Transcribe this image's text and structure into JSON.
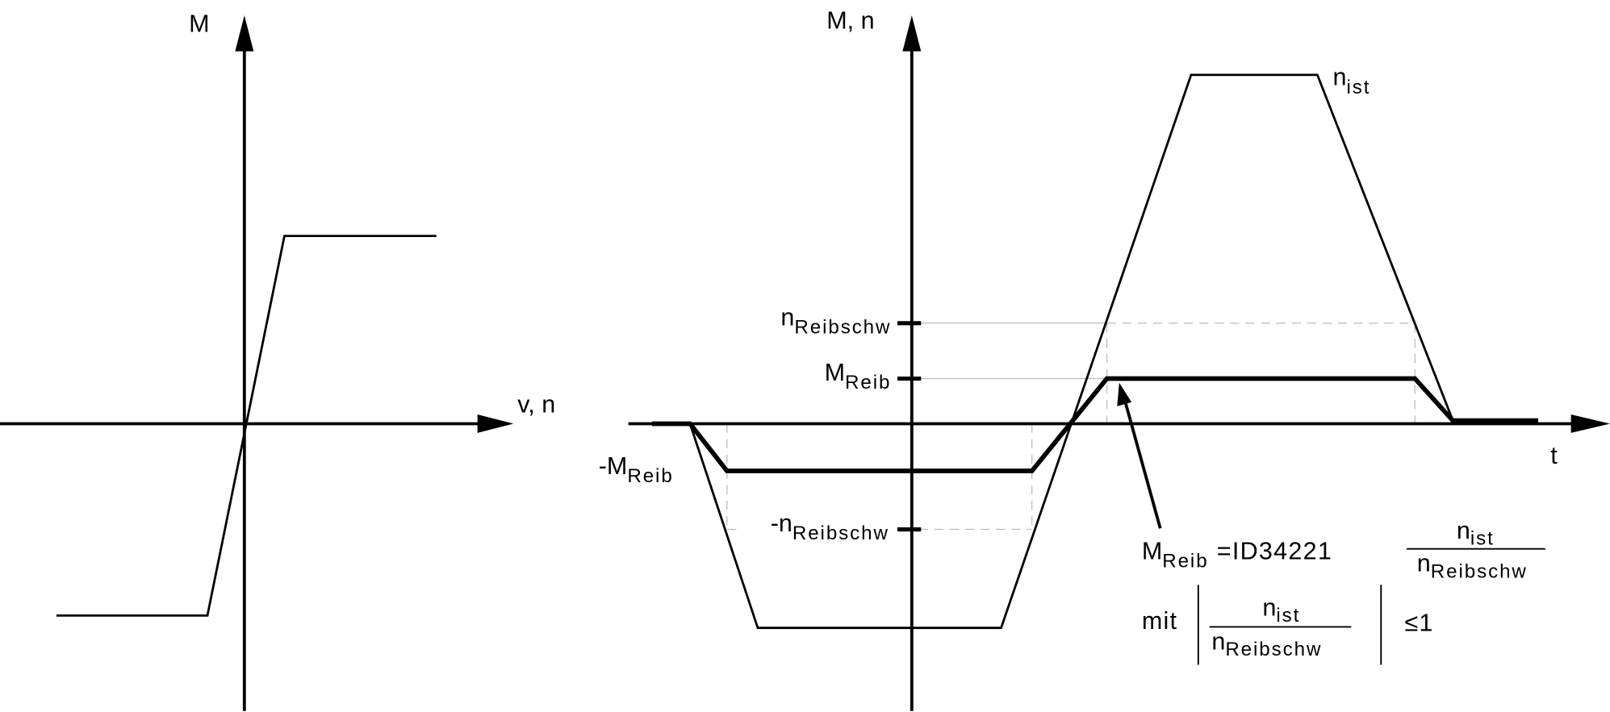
{
  "left_diagram": {
    "y_axis_label": "M",
    "x_axis_label": "v, n"
  },
  "right_diagram": {
    "y_axis_label": "M, n",
    "x_axis_label": "t",
    "n_ist": {
      "base": "n",
      "sub": "ist"
    },
    "n_reibschw": {
      "base": "n",
      "sub": "Reibschw"
    },
    "m_reib": {
      "base": "M",
      "sub": "Reib"
    },
    "neg_m_reib": {
      "base": "-M",
      "sub": "Reib"
    },
    "neg_n_reibschw": {
      "base": "-n",
      "sub": "Reibschw"
    }
  },
  "formula": {
    "lhs_base": "M",
    "lhs_sub": "Reib",
    "equals_param": "=ID34221",
    "num_base": "n",
    "num_sub": "ist",
    "den_base": "n",
    "den_sub": "Reibschw",
    "mit": "mit",
    "cond_num_base": "n",
    "cond_num_sub": "ist",
    "cond_den_base": "n",
    "cond_den_sub": "Reibschw",
    "leq": "≤",
    "bound": "1"
  }
}
